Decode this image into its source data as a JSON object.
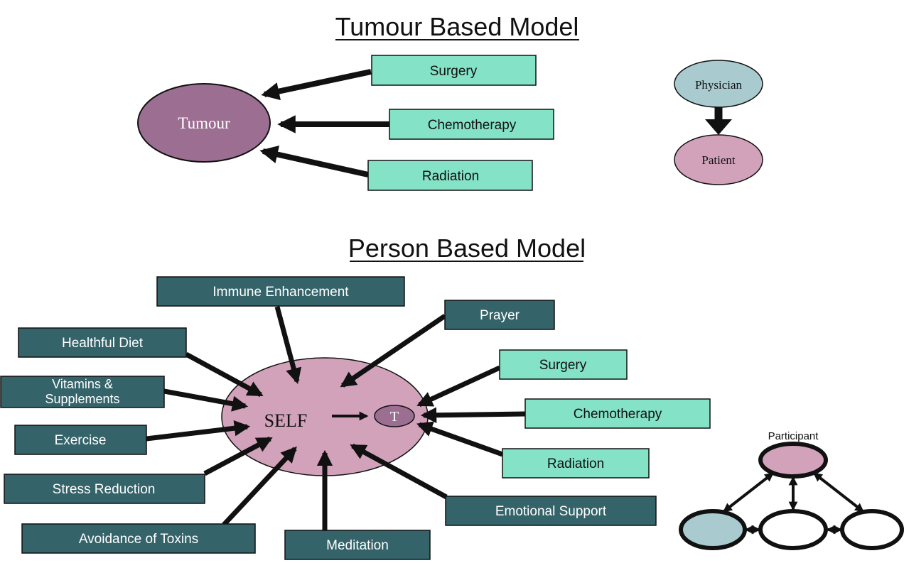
{
  "colors": {
    "teal_light": "#84e2c6",
    "teal_dark": "#34636a",
    "tumour_purple": "#9c6f92",
    "self_pink": "#d2a2ba",
    "physician_blue": "#a9cbd0",
    "patient_pink": "#d2a2ba",
    "outline": "#111111"
  },
  "tumour_model": {
    "title": "Tumour Based Model",
    "center_label": "Tumour",
    "treatments": [
      "Surgery",
      "Chemotherapy",
      "Radiation"
    ],
    "hierarchy": {
      "top": "Physician",
      "bottom": "Patient"
    }
  },
  "person_model": {
    "title": "Person Based Model",
    "center_label": "SELF",
    "tumour_label": "T",
    "left_supports": [
      "Immune Enhancement",
      "Healthful Diet",
      "Vitamins & Supplements",
      "Exercise",
      "Stress Reduction",
      "Avoidance of Toxins",
      "Meditation"
    ],
    "right_supports": [
      "Prayer",
      "Emotional Support"
    ],
    "treatments": [
      "Surgery",
      "Chemotherapy",
      "Radiation"
    ],
    "network": {
      "top": "Participant"
    }
  }
}
